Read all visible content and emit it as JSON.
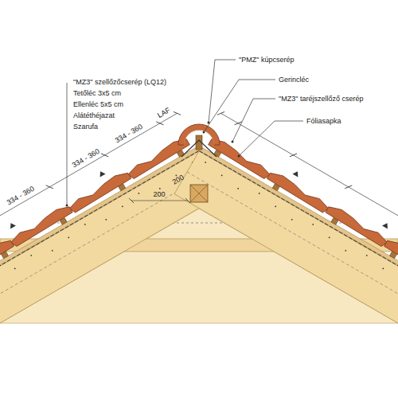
{
  "diagram": {
    "labels": [
      "\"MZ3\" szellőzőcserép (LQ12)",
      "Tetőléc 3x5 cm",
      "Ellenléc 5x5 cm",
      "Alátéthéjazat",
      "Szarufa",
      "\"PMZ\" kúpcserép",
      "Gerincléc",
      "\"MZ3\" taréjszellőző cserép",
      "Fóliasapka",
      "334 - 360",
      "334 - 360",
      "334 - 360",
      "LAF",
      "200",
      "200"
    ]
  }
}
